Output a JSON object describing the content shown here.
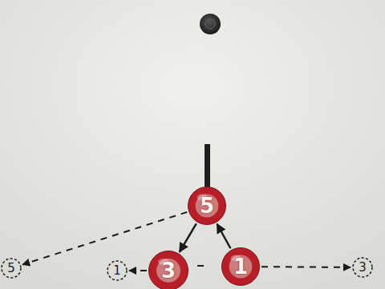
{
  "diagram": {
    "nodes": [
      {
        "text": [
          "5"
        ]
      },
      {
        "text": [
          "5"
        ]
      },
      {
        "text": [
          "1"
        ]
      },
      {
        "text": [
          "3"
        ]
      },
      {
        "text": [
          "1"
        ]
      },
      {
        "text": [
          "3"
        ]
      }
    ],
    "edges": [
      {
        "from": 0,
        "to": 3,
        "arrow": "to"
      },
      {
        "from": 4,
        "to": 0,
        "arrow": "to"
      },
      {
        "from": 0,
        "to": 1,
        "arrow": "to"
      },
      {
        "from": 3,
        "to": 2,
        "arrow": "to"
      },
      {
        "from": 4,
        "to": 5,
        "arrow": "to"
      }
    ]
  }
}
